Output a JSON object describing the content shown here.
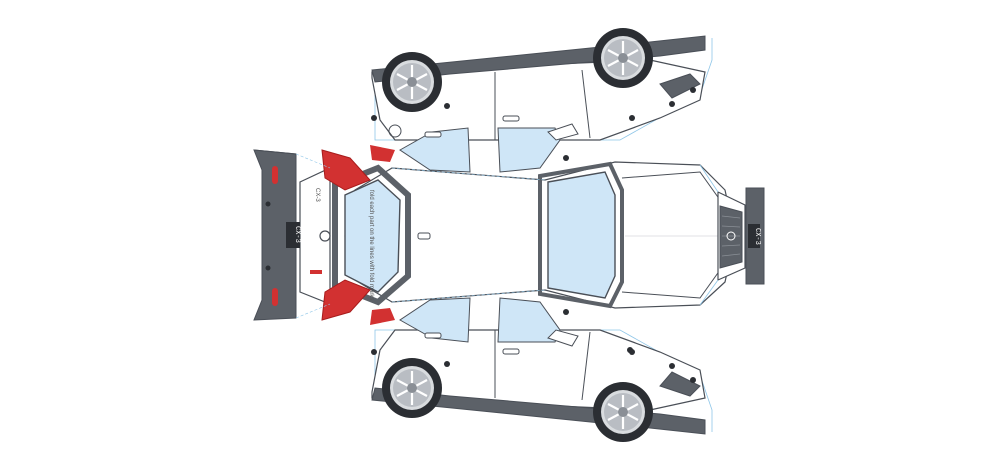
{
  "template": {
    "model_badge_rear": "CX-3",
    "model_badge_front": "CX-3",
    "plate_text": "CX-3",
    "hood_hint": "fold each part on the lines with fold marks"
  },
  "colors": {
    "body_white": "#ffffff",
    "outline": "#4a4f57",
    "dark_trim": "#5c6168",
    "glass": "#cfe6f7",
    "tail_light": "#d23131",
    "tail_light_dark": "#a81c1c",
    "tire": "#2b2e33",
    "rim": "#b9bdc3",
    "fold_line": "#8fc6e8"
  },
  "icons": {
    "mazda_logo": "mazda-logo-icon",
    "wheel": "wheel-icon",
    "door_handle": "door-handle-icon",
    "mirror": "side-mirror-icon"
  }
}
